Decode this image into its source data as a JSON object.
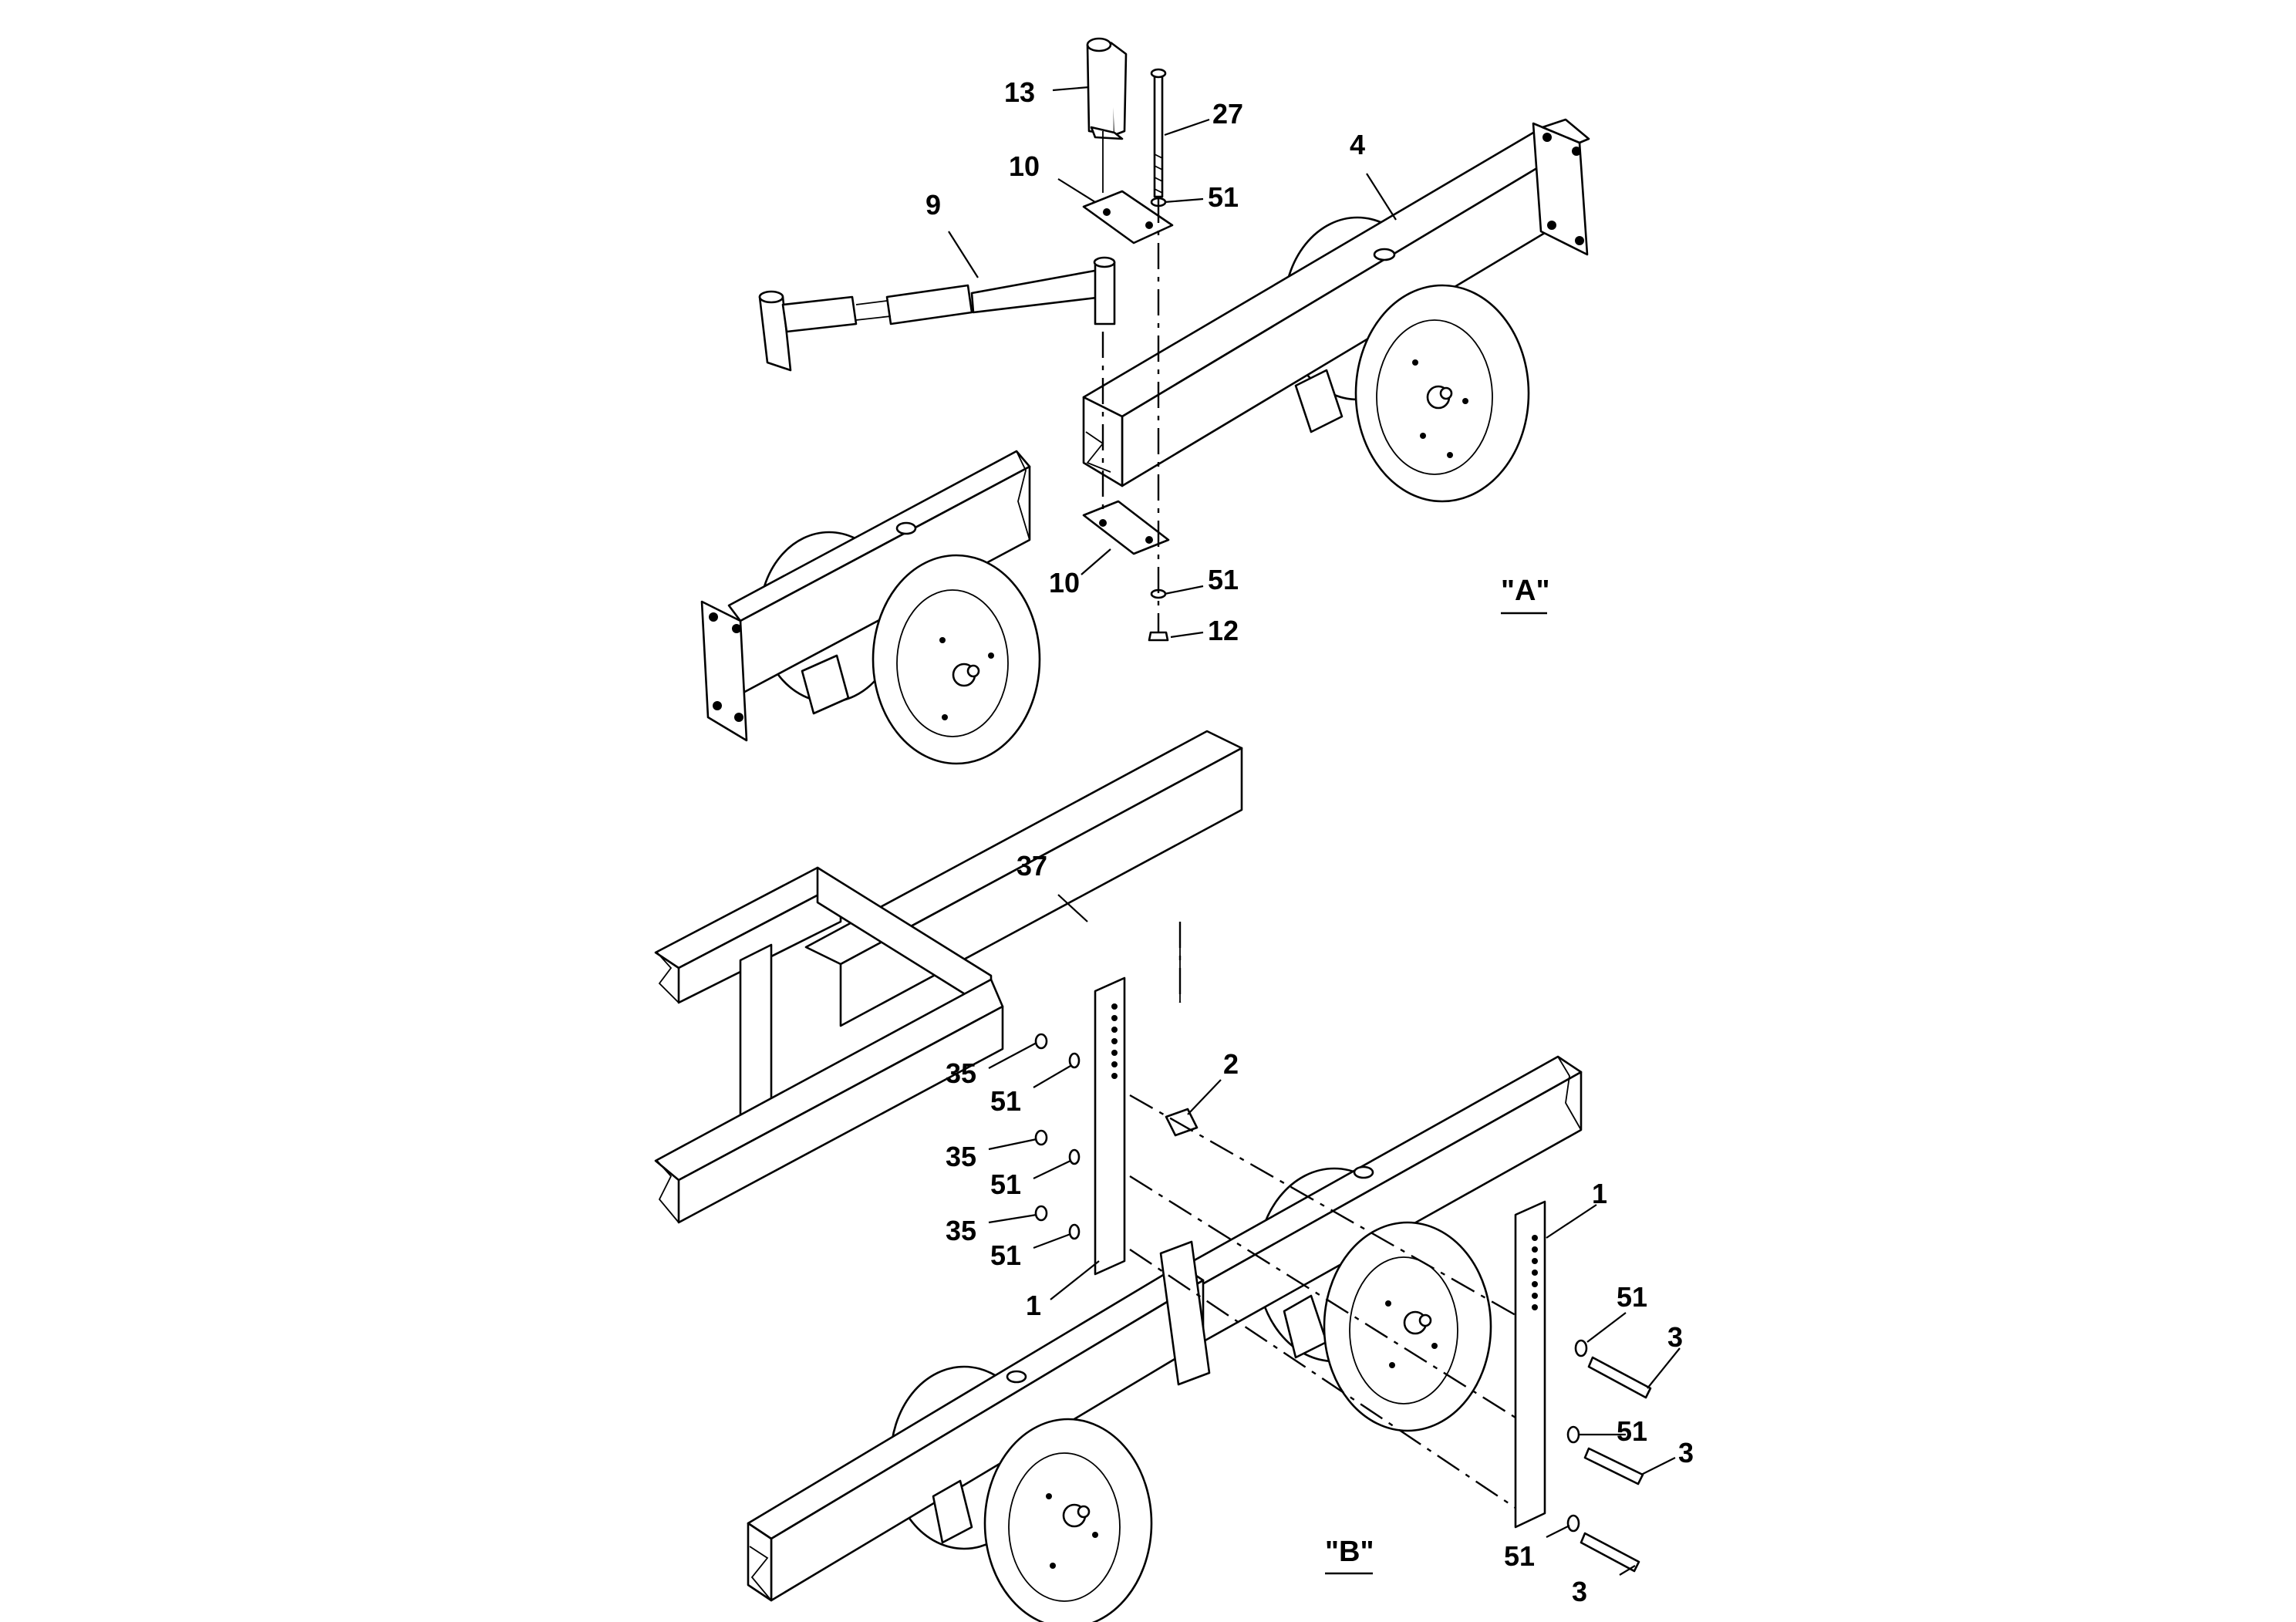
{
  "views": [
    {
      "id": "A",
      "label": "\"A\""
    },
    {
      "id": "B",
      "label": "\"B\""
    }
  ],
  "callouts_view_a": [
    {
      "part": "13",
      "label": "13"
    },
    {
      "part": "27",
      "label": "27"
    },
    {
      "part": "10",
      "label": "10"
    },
    {
      "part": "51",
      "label": "51"
    },
    {
      "part": "4",
      "label": "4"
    },
    {
      "part": "9",
      "label": "9"
    },
    {
      "part": "51",
      "label": "51"
    },
    {
      "part": "10",
      "label": "10"
    },
    {
      "part": "12",
      "label": "12"
    }
  ],
  "callouts_view_b": [
    {
      "part": "37",
      "label": "37"
    },
    {
      "part": "2",
      "label": "2"
    },
    {
      "part": "35",
      "label": "35"
    },
    {
      "part": "51",
      "label": "51"
    },
    {
      "part": "35",
      "label": "35"
    },
    {
      "part": "51",
      "label": "51"
    },
    {
      "part": "35",
      "label": "35"
    },
    {
      "part": "51",
      "label": "51"
    },
    {
      "part": "1",
      "label": "1"
    },
    {
      "part": "1",
      "label": "1"
    },
    {
      "part": "51",
      "label": "51"
    },
    {
      "part": "3",
      "label": "3"
    },
    {
      "part": "51",
      "label": "51"
    },
    {
      "part": "3",
      "label": "3"
    },
    {
      "part": "51",
      "label": "51"
    },
    {
      "part": "3",
      "label": "3"
    }
  ],
  "colors": {
    "line": "#000000",
    "background": "#ffffff",
    "fill": "#ffffff"
  }
}
